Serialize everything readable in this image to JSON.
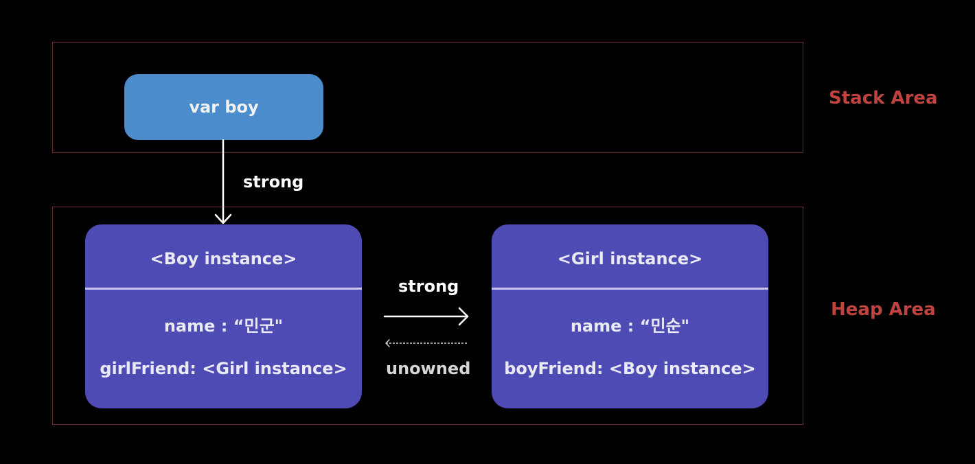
{
  "colors": {
    "background": "#000000",
    "area_border": "#6b2c2c",
    "area_label": "#c0433f",
    "var_box": "#4a8ccc",
    "instance_box": "#4f4bb5",
    "divider": "#c8c8ee",
    "arrow": "#ffffff",
    "dashed_arrow": "#cfcfcf"
  },
  "stack": {
    "label": "Stack Area",
    "var_box_label": "var boy"
  },
  "heap": {
    "label": "Heap Area"
  },
  "boy_instance": {
    "title": "<Boy instance>",
    "name_field": "name : “민군\"",
    "friend_field": "girlFriend: <Girl instance>"
  },
  "girl_instance": {
    "title": "<Girl instance>",
    "name_field": "name : “민순\"",
    "friend_field": "boyFriend: <Boy instance>"
  },
  "relations": {
    "var_to_boy": "strong",
    "boy_to_girl": "strong",
    "girl_to_boy": "unowned"
  }
}
